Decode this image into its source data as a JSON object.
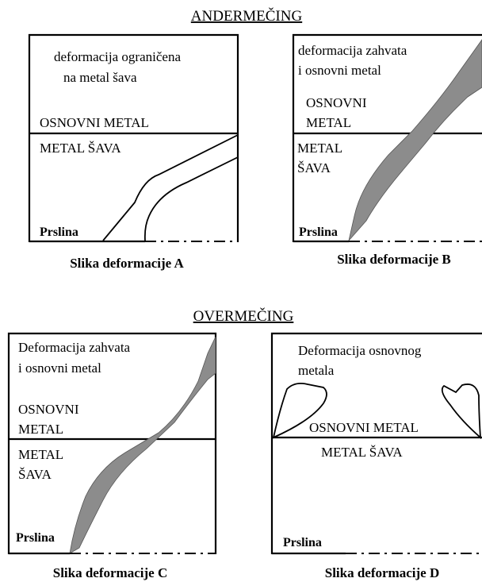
{
  "headings": {
    "undermatching": "ANDERMEČING",
    "overmatching": "OVERMEČING"
  },
  "panels": {
    "a": {
      "desc_line1": "deformacija ograničena",
      "desc_line2": "na metal šava",
      "base_metal": "OSNOVNI METAL",
      "weld_metal": "METAL ŠAVA",
      "crack": "Prslina",
      "caption": "Slika deformacije A"
    },
    "b": {
      "desc_line1": "deformacija zahvata",
      "desc_line2": "i osnovni metal",
      "base_line1": "OSNOVNI",
      "base_line2": "METAL",
      "weld_line1": "METAL",
      "weld_line2": "ŠAVA",
      "crack": "Prslina",
      "caption": "Slika deformacije B"
    },
    "c": {
      "desc_line1": "Deformacija zahvata",
      "desc_line2": "i osnovni metal",
      "base_line1": "OSNOVNI",
      "base_line2": "METAL",
      "weld_line1": "METAL",
      "weld_line2": "ŠAVA",
      "crack": "Prslina",
      "caption": "Slika deformacije C"
    },
    "d": {
      "desc_line1": "Deformacija osnovnog",
      "desc_line2": "metala",
      "base_metal": "OSNOVNI METAL",
      "weld_metal": "METAL ŠAVA",
      "crack": "Prslina",
      "caption": "Slika deformacije D"
    }
  },
  "colors": {
    "plastic_zone": "#8c8c8c",
    "lines": "#000000"
  }
}
